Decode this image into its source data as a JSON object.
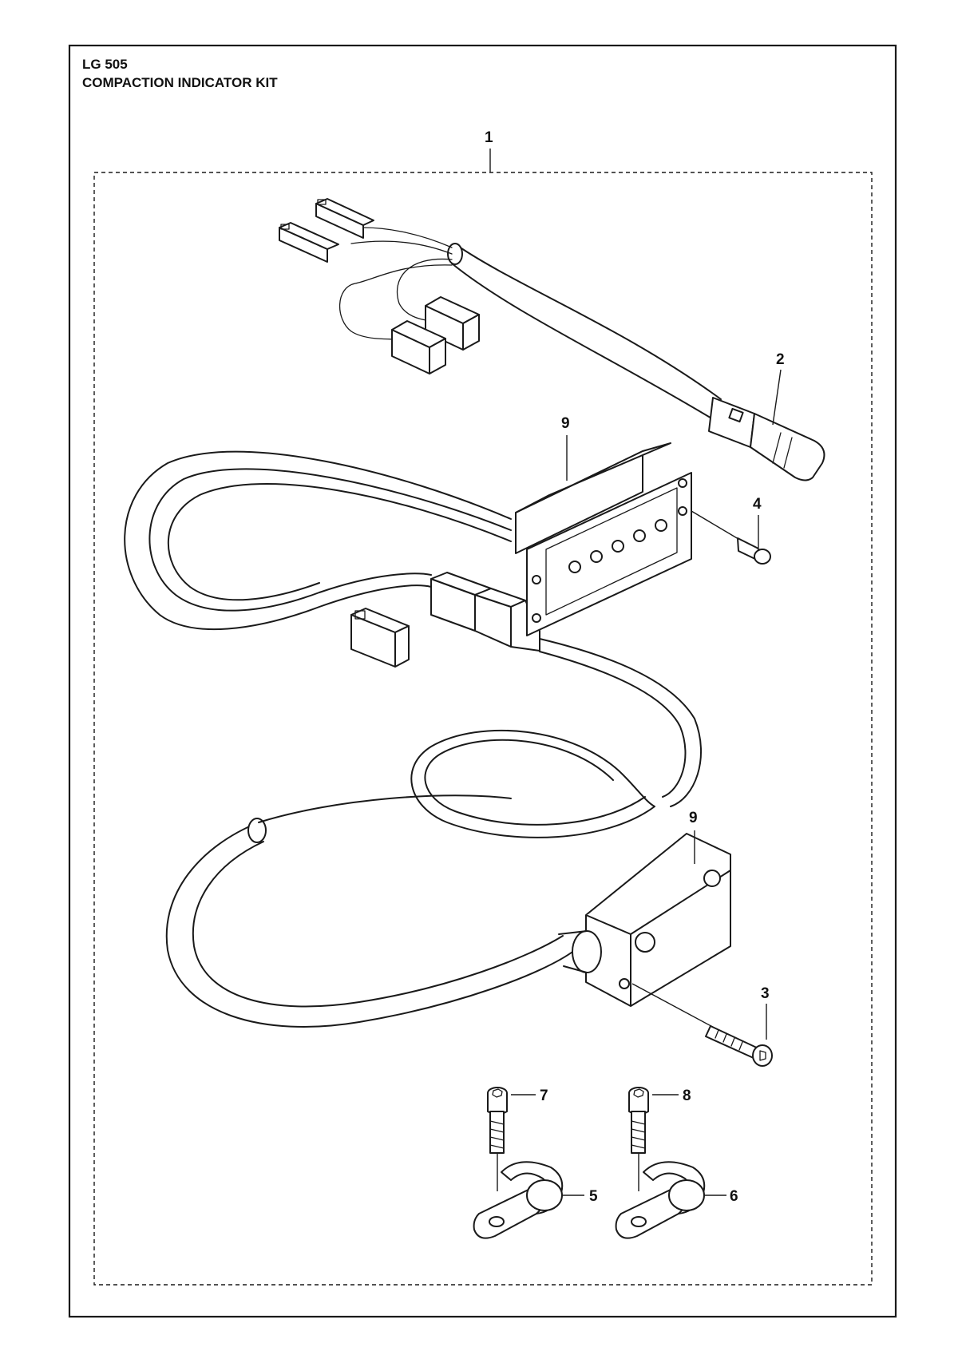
{
  "header": {
    "model": "LG 505",
    "title": "COMPACTION INDICATOR KIT"
  },
  "callouts": {
    "kit": "1",
    "cable_adapter": "2",
    "bolt_long": "3",
    "screw_button": "4",
    "clamp_a": "5",
    "clamp_b": "6",
    "screw_a": "7",
    "screw_b": "8",
    "indicator_panel": "9",
    "sensor_unit": "9"
  }
}
